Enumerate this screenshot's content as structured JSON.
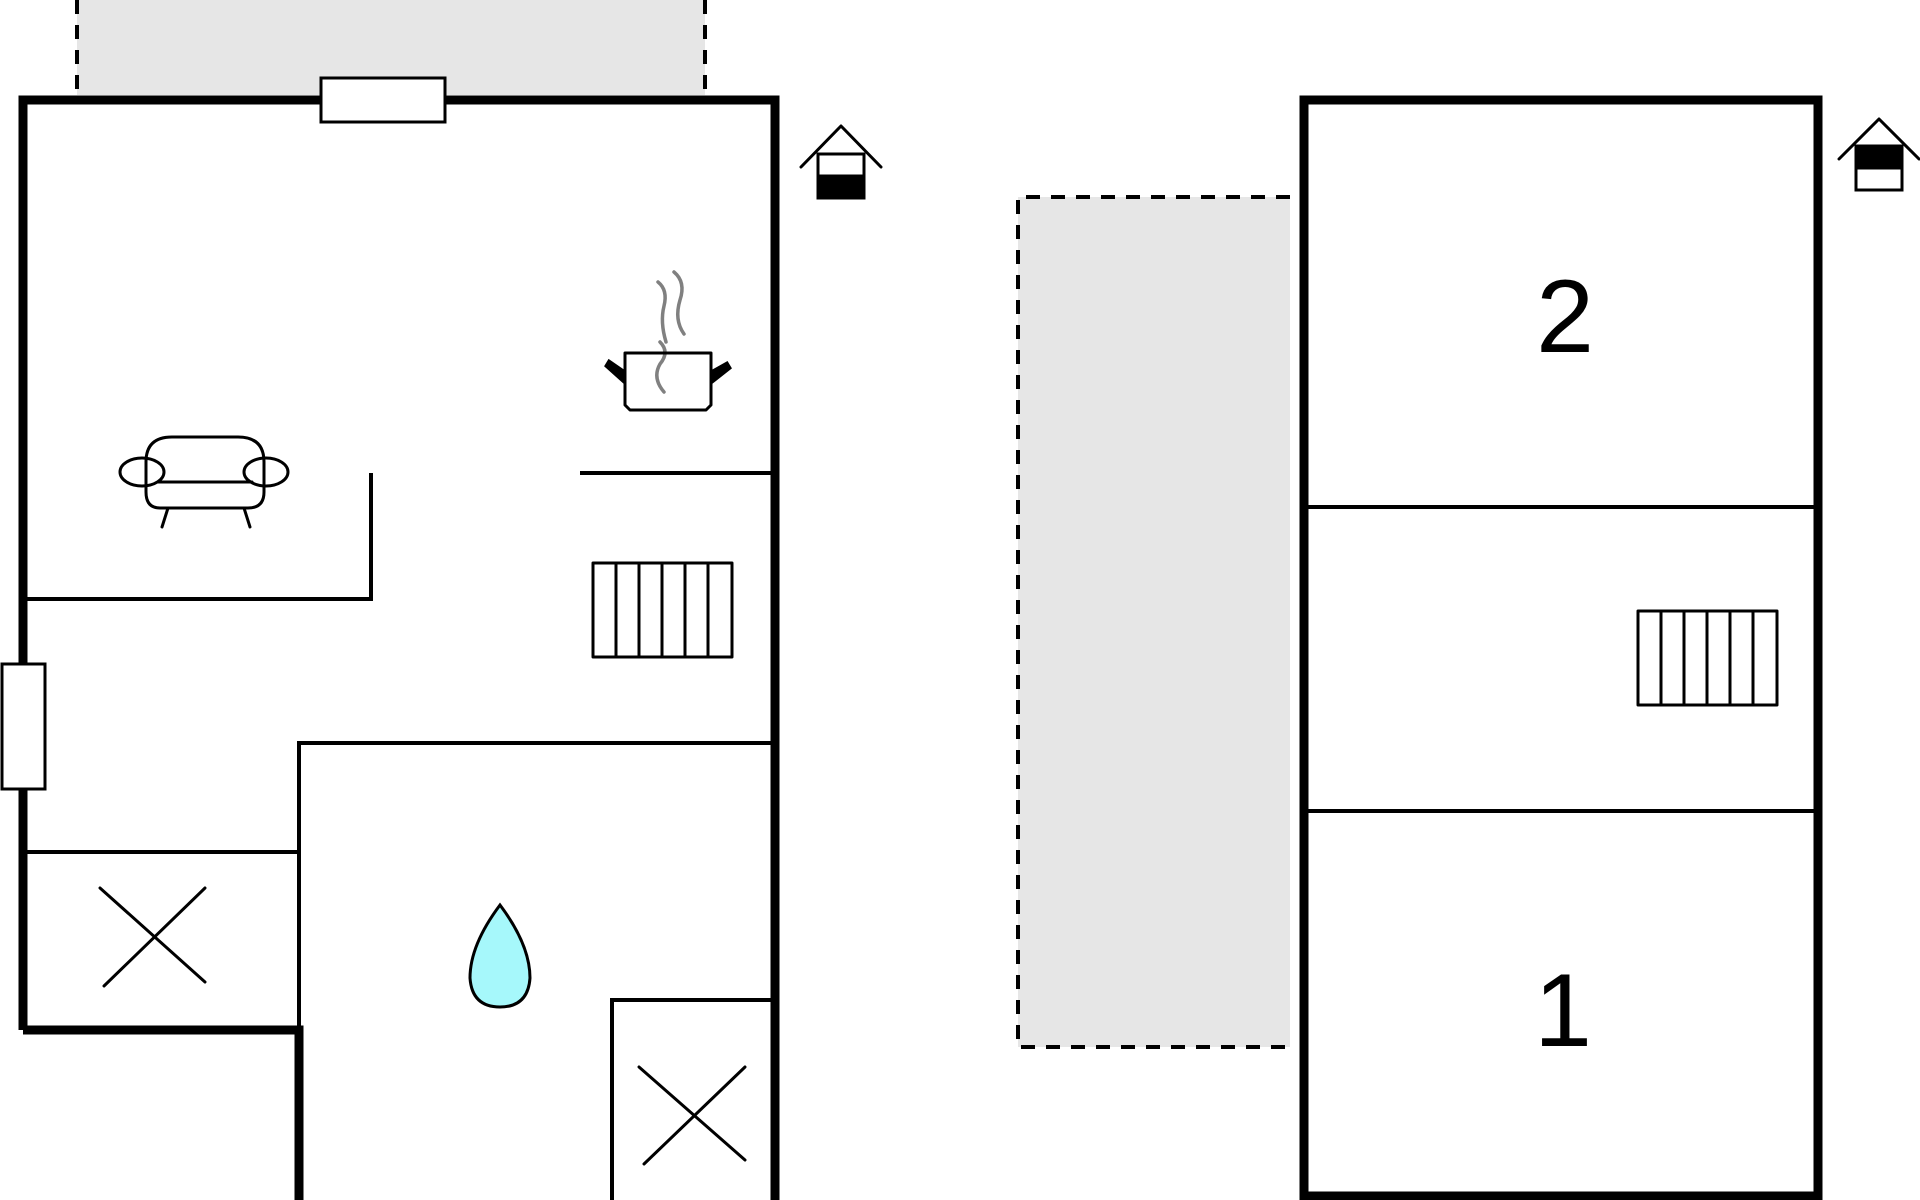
{
  "floors": [
    {
      "name": "ground-floor",
      "floor_icon": "house-ground-floor-icon",
      "rooms": [
        {
          "type": "living-room",
          "icon": "sofa-icon"
        },
        {
          "type": "kitchen",
          "icon": "cooking-pot-icon"
        },
        {
          "type": "hallway",
          "icon": "radiator-icon"
        },
        {
          "type": "bathroom",
          "icon": "water-drop-icon"
        },
        {
          "type": "storage",
          "icon": "cross-icon"
        },
        {
          "type": "storage",
          "icon": "cross-icon"
        }
      ],
      "terrace": true
    },
    {
      "name": "upper-floor",
      "floor_icon": "house-upper-floor-icon",
      "rooms": [
        {
          "type": "bedroom",
          "label": "2"
        },
        {
          "type": "hallway",
          "icon": "radiator-icon"
        },
        {
          "type": "bedroom",
          "label": "1"
        }
      ],
      "terrace": true
    }
  ],
  "colors": {
    "wall": "#000000",
    "terrace": "#e6e6e6",
    "water": "#a6f8fb",
    "steam": "#808080",
    "background": "#ffffff"
  }
}
